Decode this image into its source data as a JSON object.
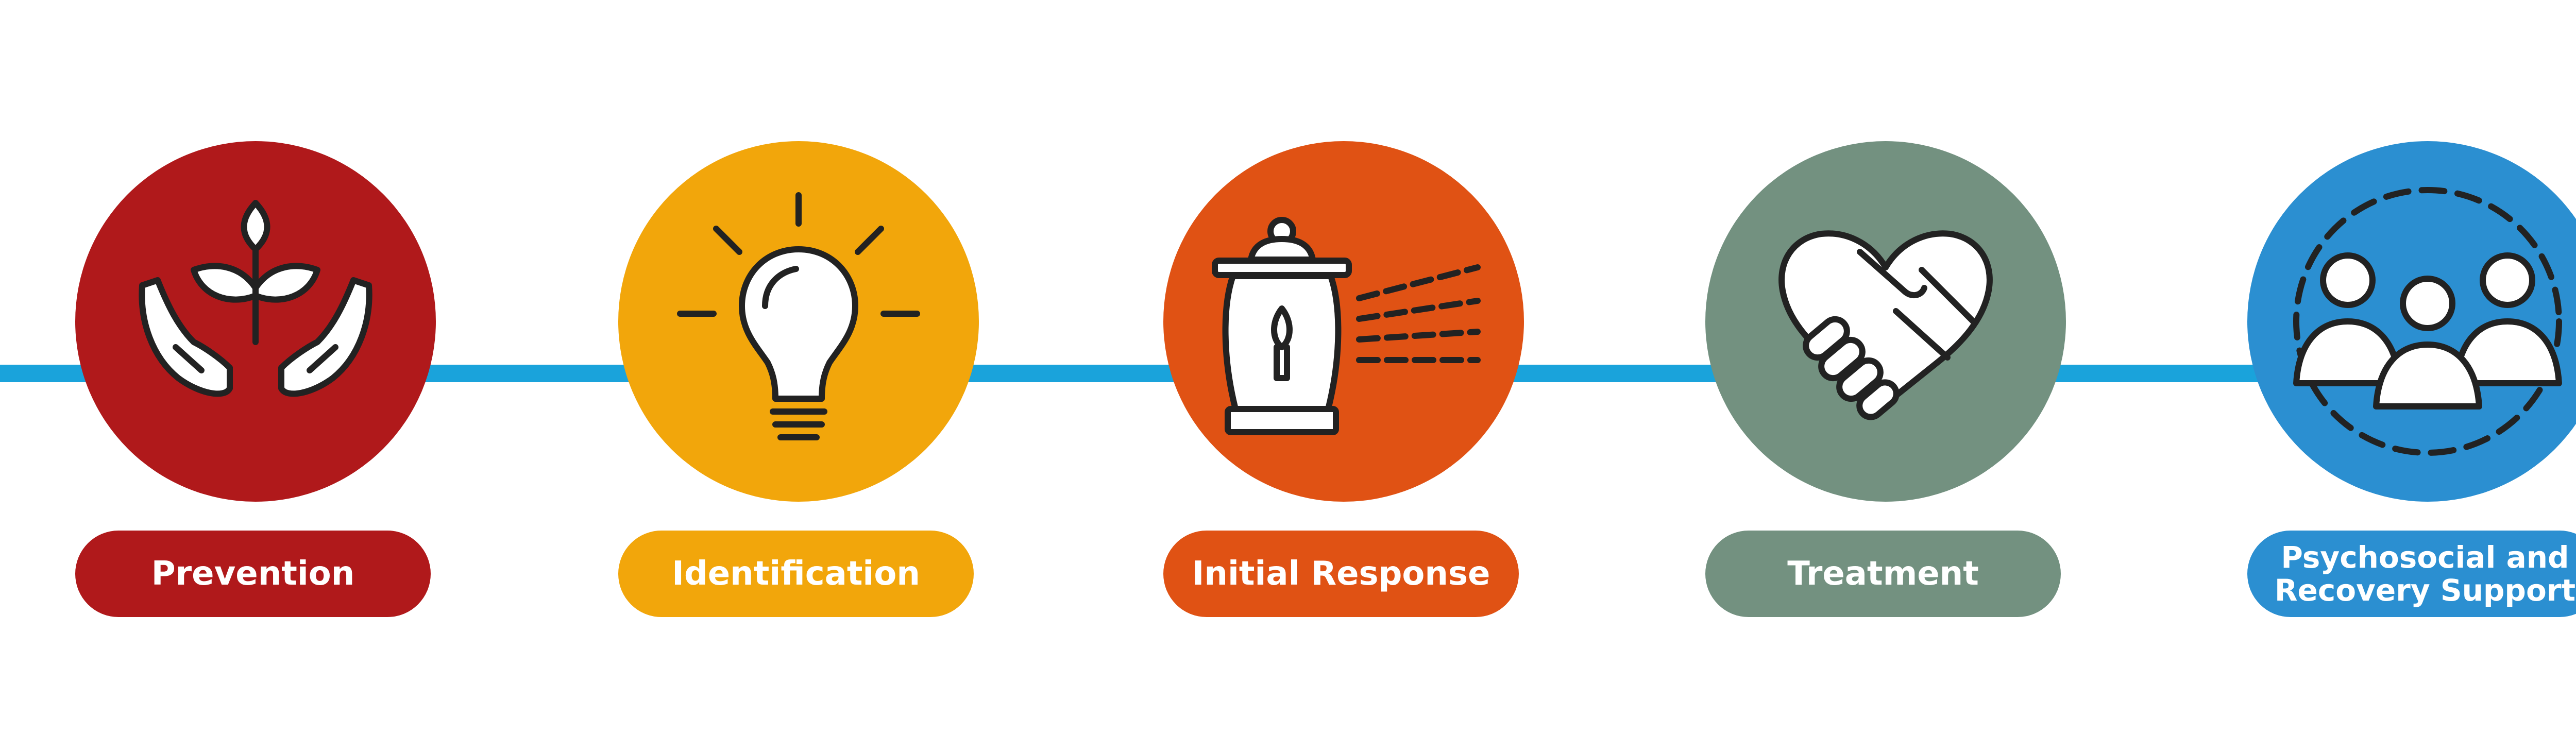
{
  "colors": {
    "timeline": "#1aa3db",
    "prevention": "#b0191b",
    "identification": "#f2a60b",
    "initial_response": "#e05214",
    "treatment": "#739180",
    "support": "#2b8fd1",
    "icon_stroke": "#222222",
    "icon_fill": "#ffffff"
  },
  "stages": [
    {
      "label": "Prevention",
      "icon": "hands-sprout-icon"
    },
    {
      "label": "Identification",
      "icon": "lightbulb-icon"
    },
    {
      "label": "Initial Response",
      "icon": "lantern-icon"
    },
    {
      "label": "Treatment",
      "icon": "heart-handshake-icon"
    },
    {
      "label_lines": [
        "Psychosocial and",
        "Recovery Support"
      ],
      "icon": "people-group-icon"
    }
  ]
}
